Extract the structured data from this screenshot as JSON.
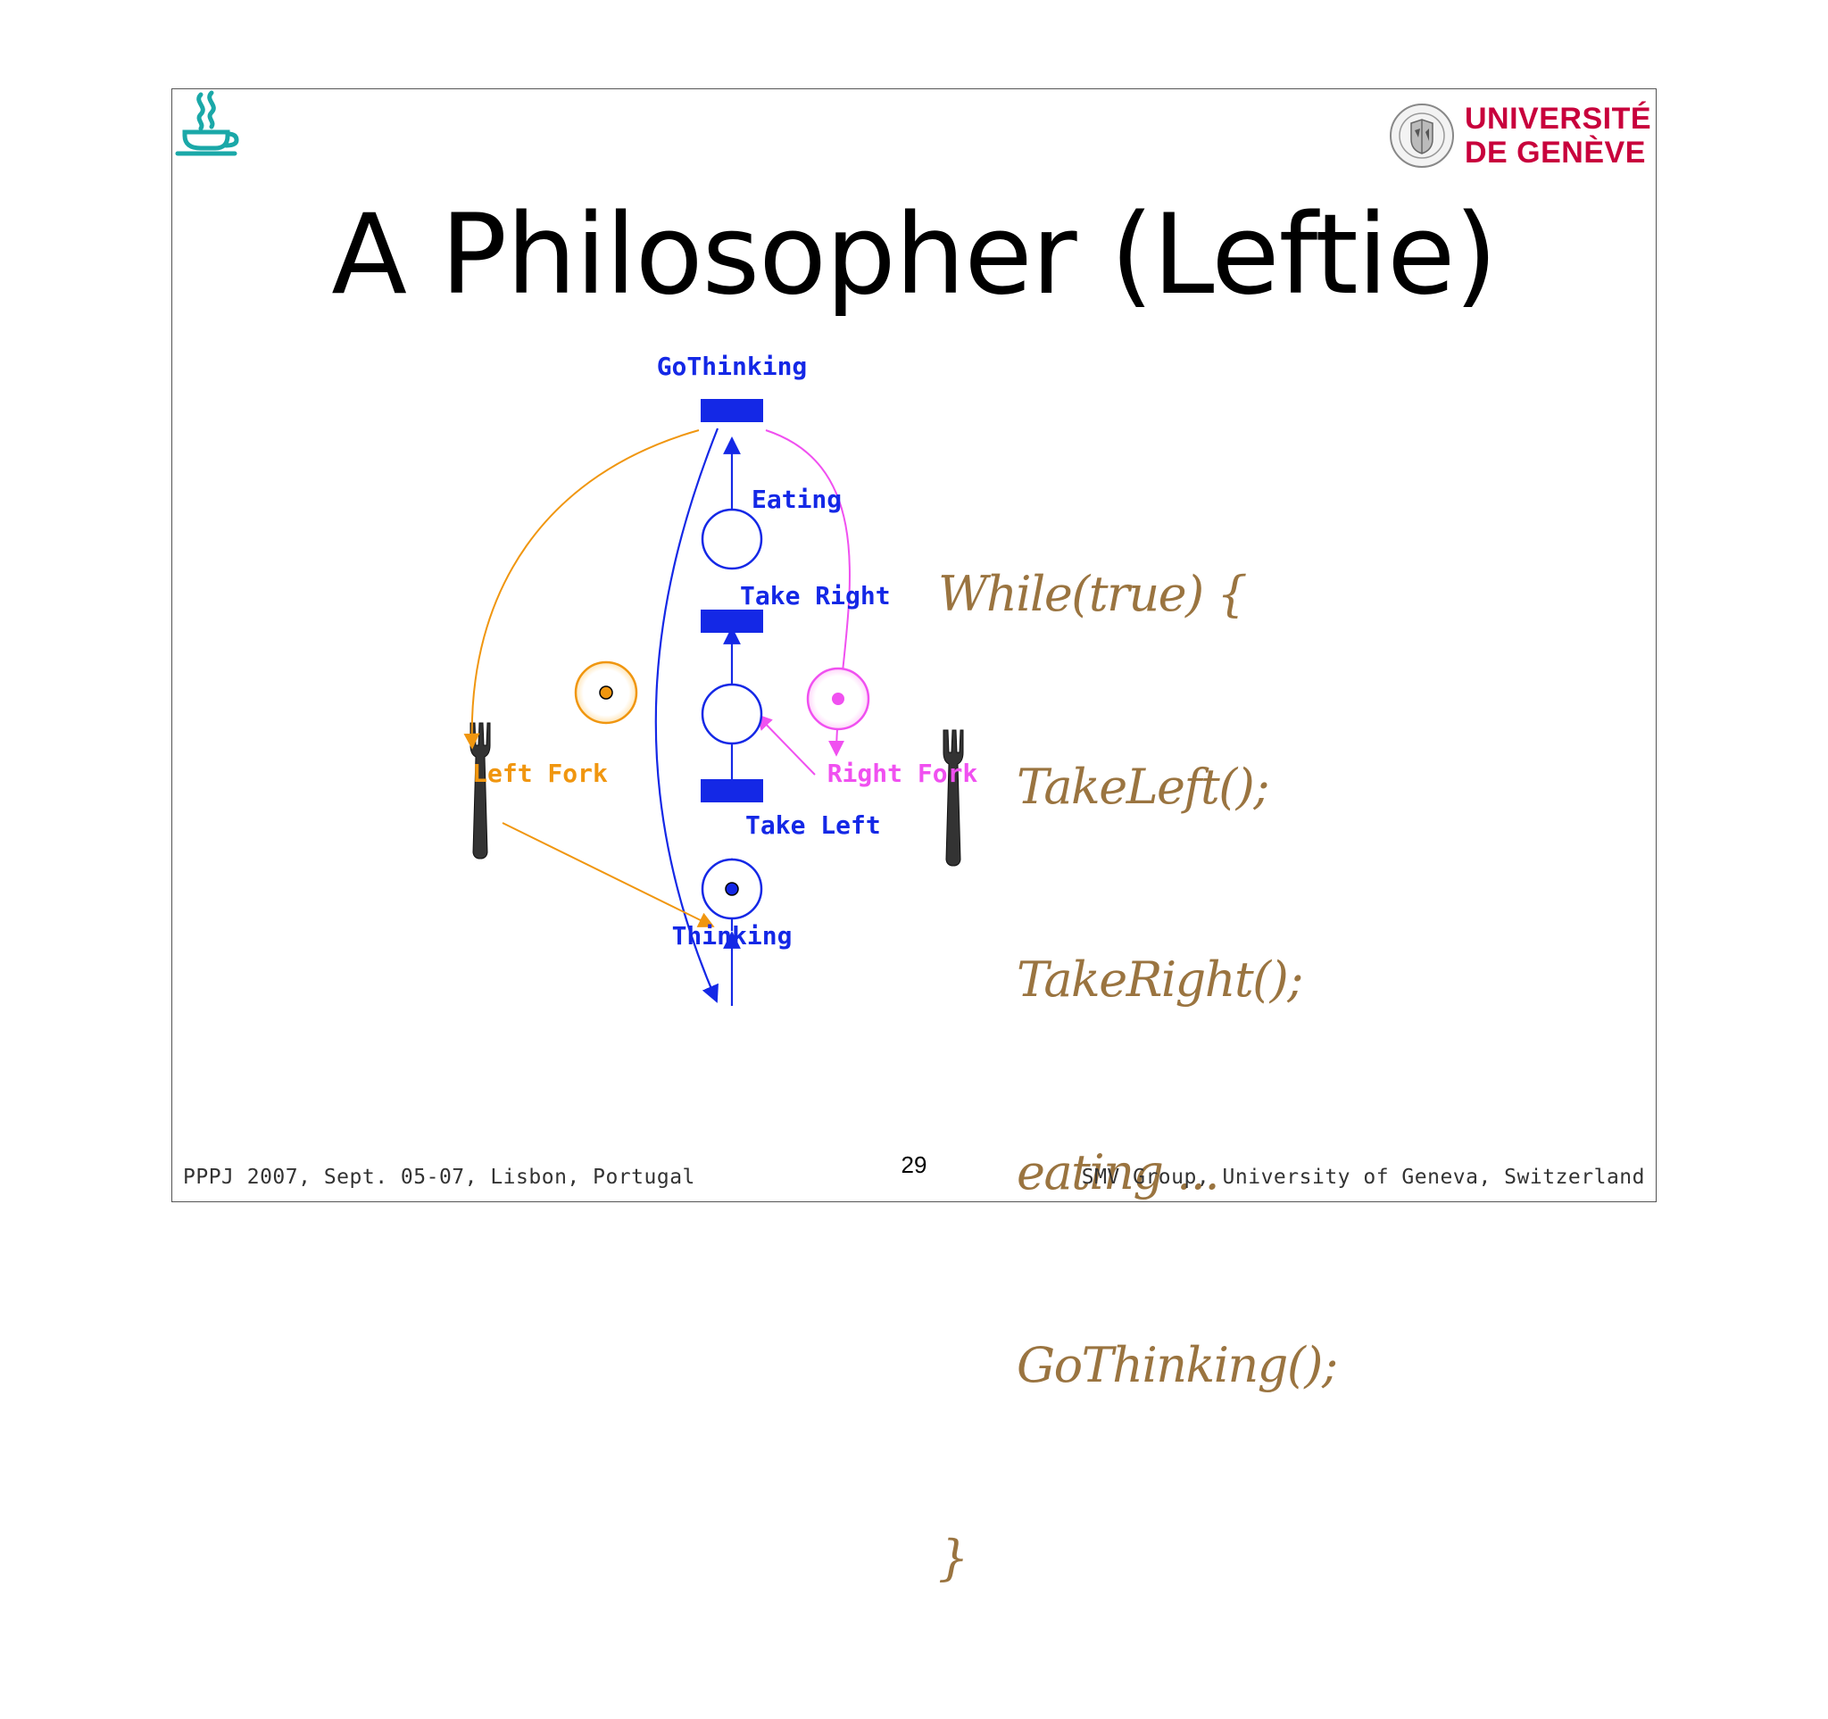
{
  "slide": {
    "title": "A Philosopher (Leftie)",
    "page_number": "29",
    "footer_left": "PPPJ 2007, Sept. 05-07, Lisbon, Portugal",
    "footer_right": "SMV Group, University of Geneva, Switzerland"
  },
  "logo": {
    "university_line1": "UNIVERSITÉ",
    "university_line2": "DE GENÈVE",
    "brand_color": "#c8003c",
    "coffee_icon": "coffee-cup-icon",
    "coffee_color": "#1aa8a8"
  },
  "petri_net": {
    "transitions": {
      "go_thinking": "GoThinking",
      "take_right": "Take Right",
      "take_left": "Take Left"
    },
    "places": {
      "eating": "Eating",
      "thinking": "Thinking",
      "left_fork": "Left Fork",
      "right_fork": "Right Fork"
    },
    "colors": {
      "net": "#1428e6",
      "left_fork": "#f0960f",
      "right_fork": "#f050f0"
    }
  },
  "code": {
    "color": "#9a7440",
    "lines": {
      "l1": "While(true) {",
      "l2": "TakeLeft();",
      "l3": "TakeRight();",
      "l4": "eating ...",
      "l5": "GoThinking();",
      "l6": "}"
    }
  }
}
